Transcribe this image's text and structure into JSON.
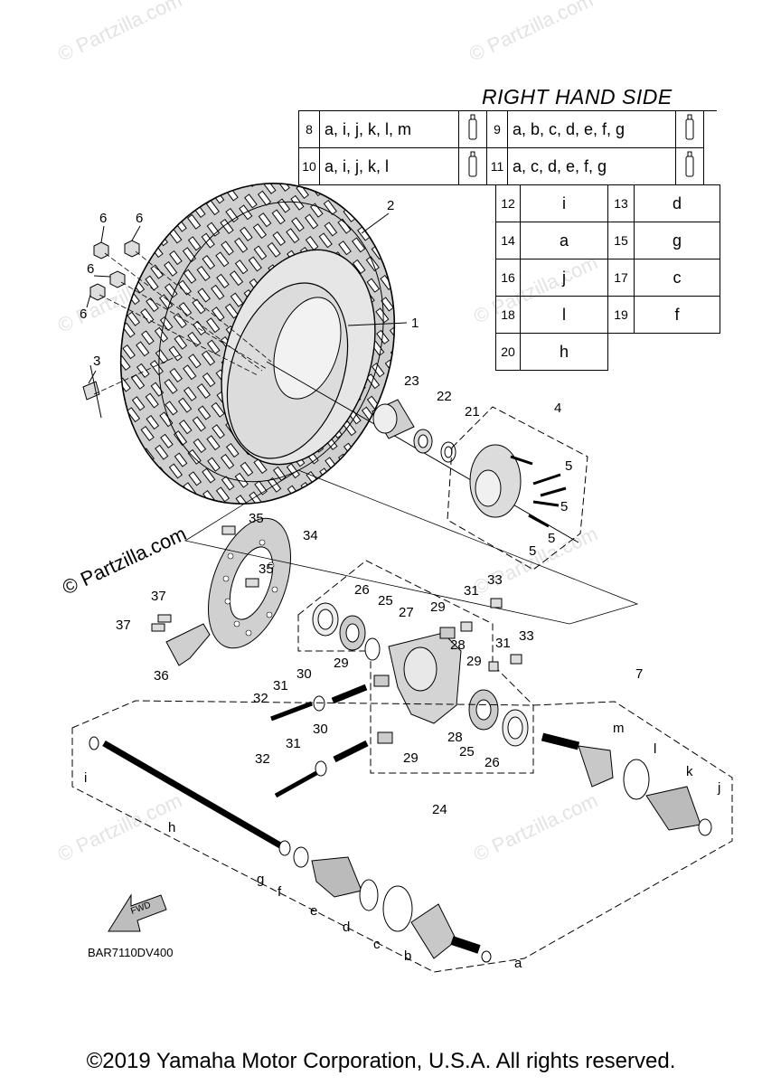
{
  "title": "RIGHT HAND SIDE",
  "legend_rows": [
    {
      "left_num": "8",
      "left_val": "a, i, j, k, l, m",
      "right_num": "9",
      "right_val": "a, b, c, d, e, f, g"
    },
    {
      "left_num": "10",
      "left_val": "a, i, j, k, l",
      "right_num": "11",
      "right_val": "a, c, d, e, f, g"
    }
  ],
  "singles": [
    [
      "12",
      "i",
      "13",
      "d"
    ],
    [
      "14",
      "a",
      "15",
      "g"
    ],
    [
      "16",
      "j",
      "17",
      "c"
    ],
    [
      "18",
      "l",
      "19",
      "f"
    ],
    [
      "20",
      "h",
      "",
      ""
    ]
  ],
  "labels": {
    "n1": "1",
    "n2": "2",
    "n3": "3",
    "n4": "4",
    "n5": "5",
    "n6": "6",
    "n7": "7",
    "n21": "21",
    "n22": "22",
    "n23": "23",
    "n24": "24",
    "n25": "25",
    "n26": "26",
    "n27": "27",
    "n28": "28",
    "n29": "29",
    "n30": "30",
    "n31": "31",
    "n32": "32",
    "n33": "33",
    "n34": "34",
    "n35": "35",
    "n36": "36",
    "n37": "37",
    "la": "a",
    "lb": "b",
    "lc": "c",
    "ld": "d",
    "le": "e",
    "lf": "f",
    "lg": "g",
    "lh": "h",
    "li": "i",
    "lj": "j",
    "lk": "k",
    "ll": "l",
    "lm": "m"
  },
  "fwd_label": "FWD",
  "diagram_code": "BAR7110DV400",
  "watermark": "© Partzilla.com",
  "partzilla_mark": "© Partzilla.com",
  "copyright": "©2019 Yamaha Motor Corporation, U.S.A. All rights reserved."
}
